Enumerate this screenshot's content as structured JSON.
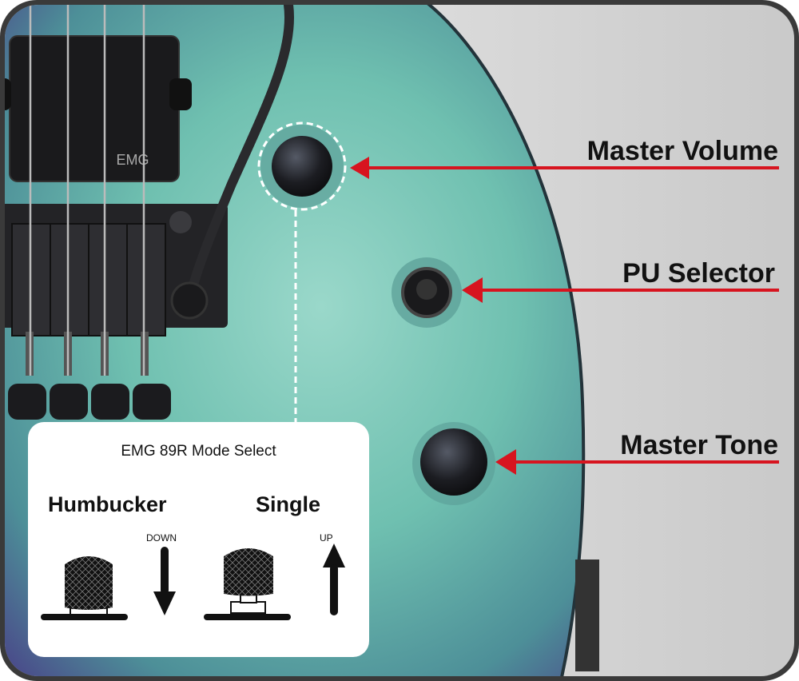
{
  "callouts": {
    "master_volume": "Master Volume",
    "pu_selector": "PU Selector",
    "master_tone": "Master Tone"
  },
  "pickup_logo": "EMG",
  "inset": {
    "title": "EMG 89R Mode Select",
    "humbucker": {
      "label": "Humbucker",
      "direction": "DOWN"
    },
    "single": {
      "label": "Single",
      "direction": "UP"
    }
  },
  "colors": {
    "arrow": "#d7141f",
    "body": "#6fc0b0",
    "frame": "#3a3a3a"
  }
}
